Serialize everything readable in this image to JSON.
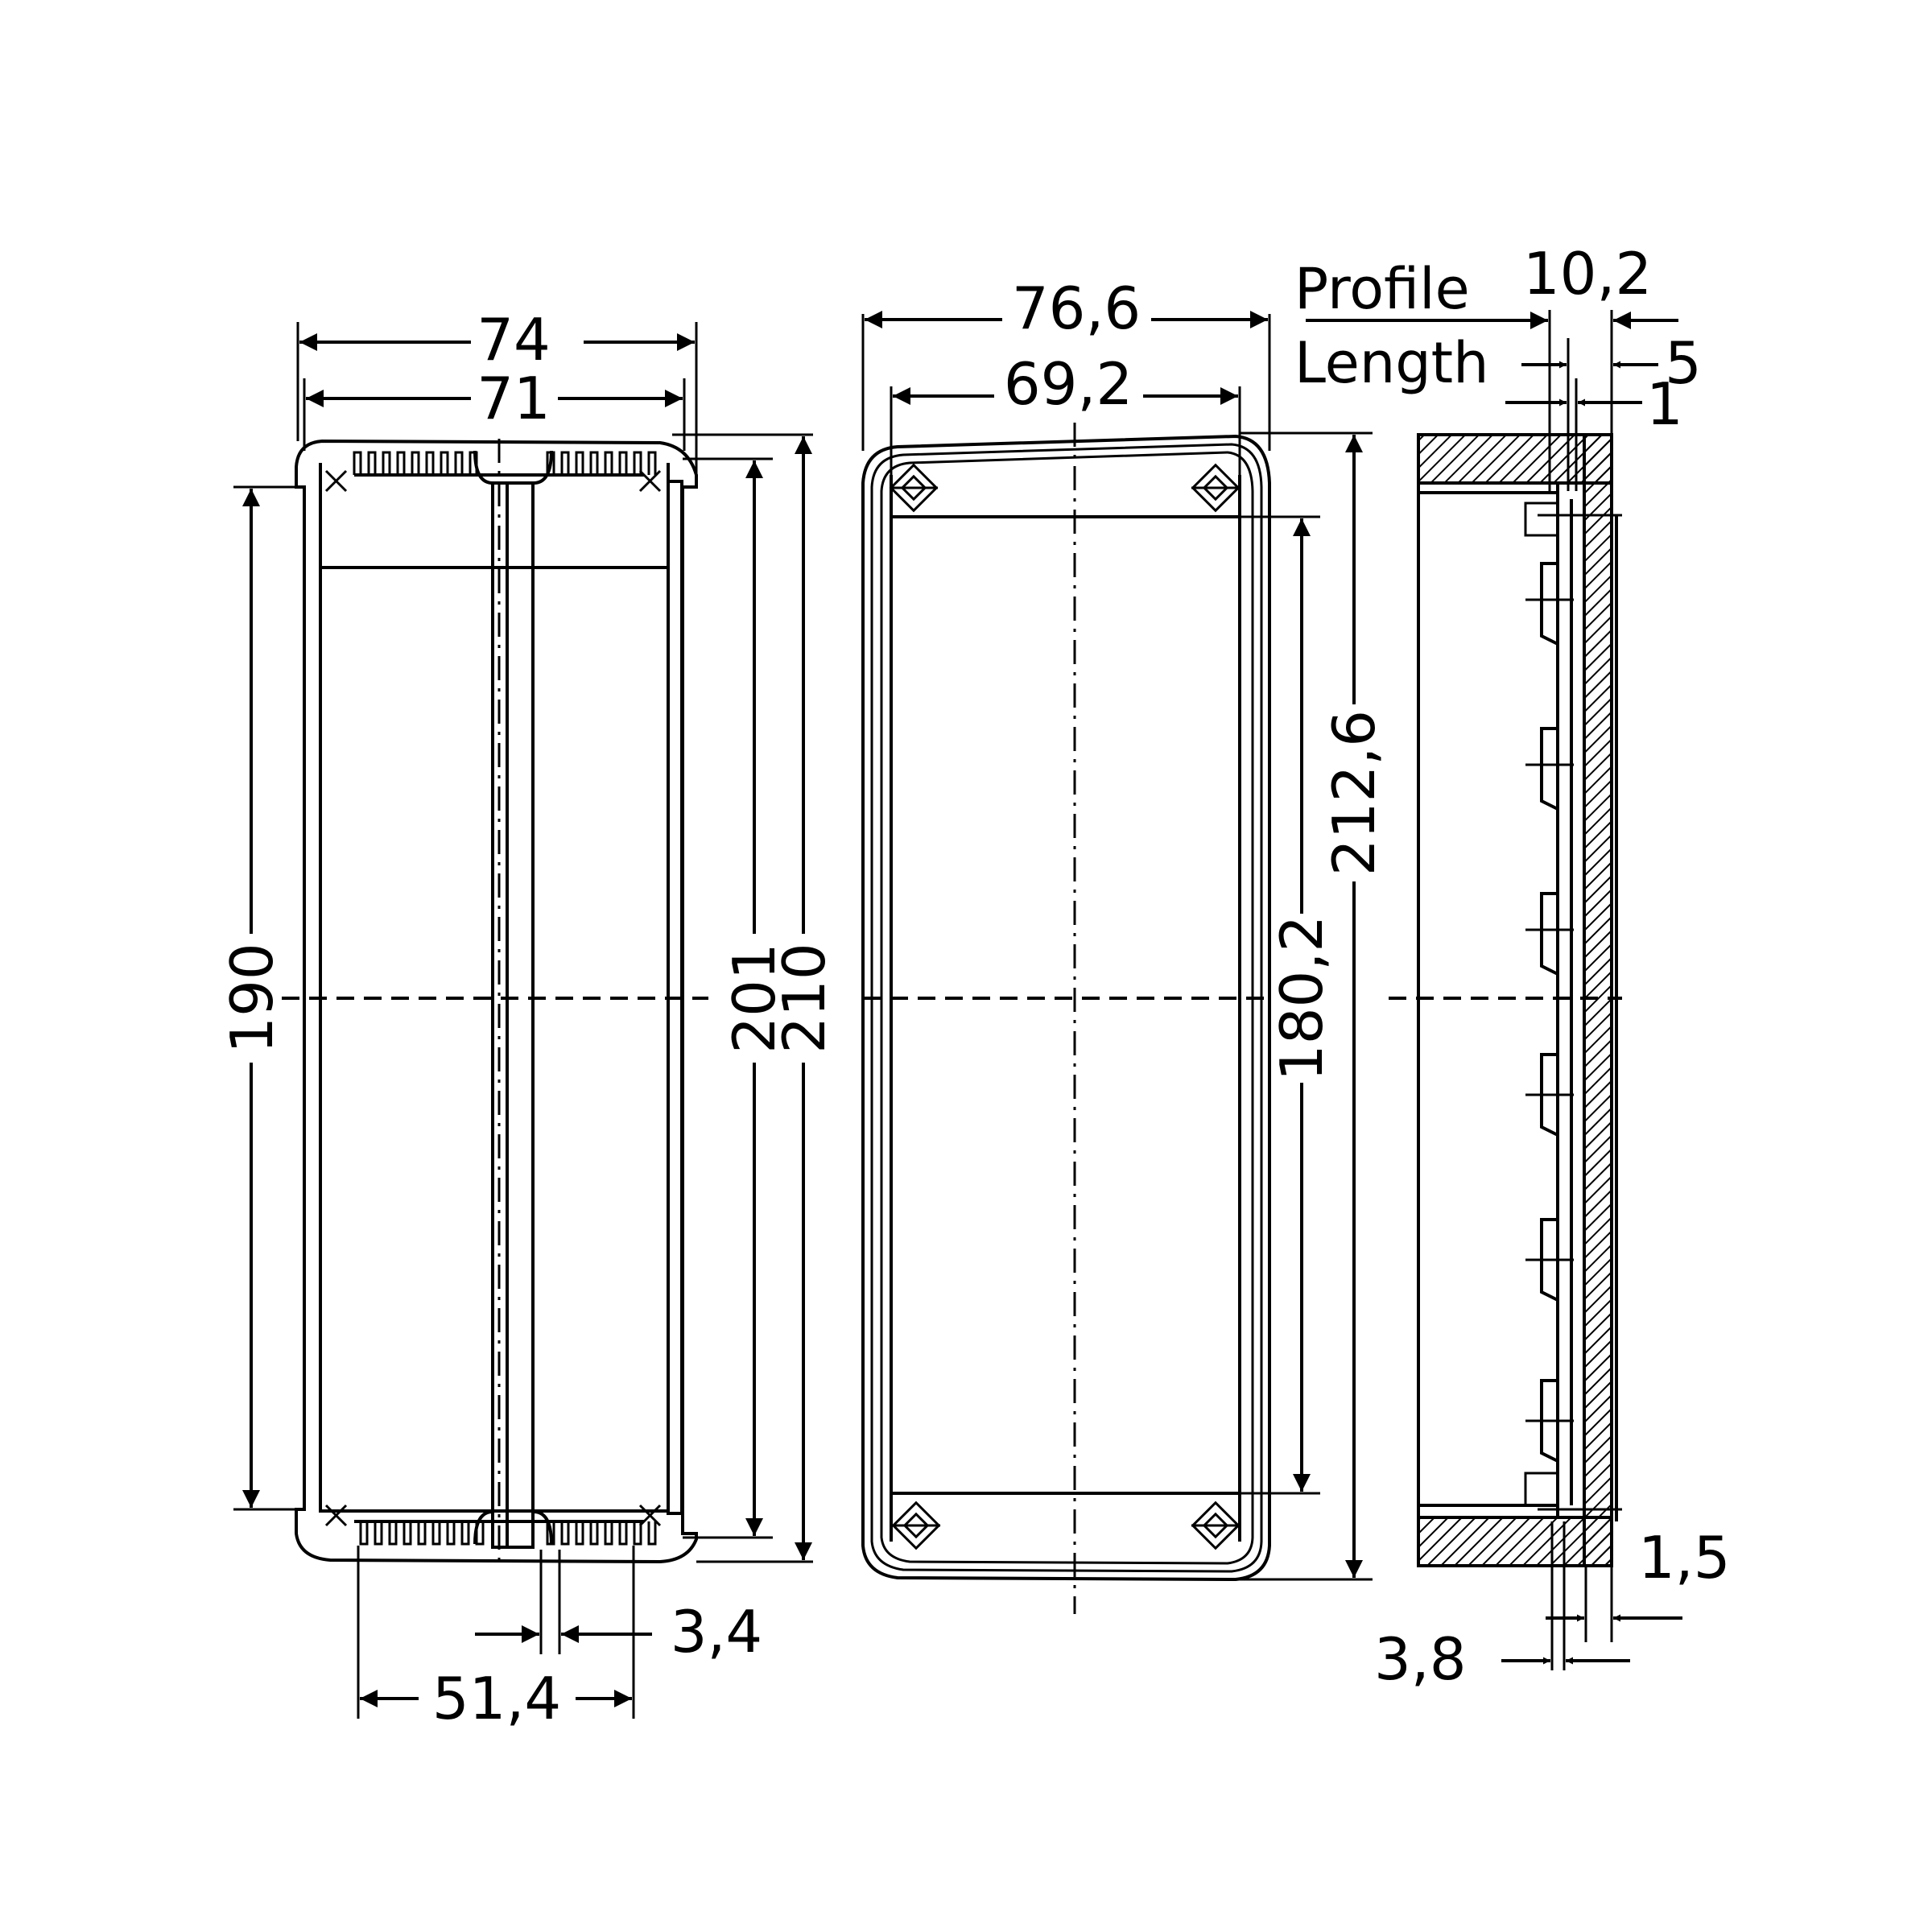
{
  "front_view": {
    "dims": {
      "w74": "74",
      "w71": "71",
      "h190": "190",
      "h201": "201",
      "h210": "210",
      "w51_4": "51,4",
      "w3_4": "3,4"
    }
  },
  "lid_view": {
    "dims": {
      "w76_6": "76,6",
      "w69_2": "69,2",
      "h212_6": "212,6",
      "h180_2": "180,2"
    }
  },
  "profile_view": {
    "labels": {
      "profile": "Profile",
      "length": "Length"
    },
    "dims": {
      "d10_2": "10,2",
      "d5": "5",
      "d1": "1",
      "d1_5": "1,5",
      "d3_8": "3,8"
    }
  }
}
